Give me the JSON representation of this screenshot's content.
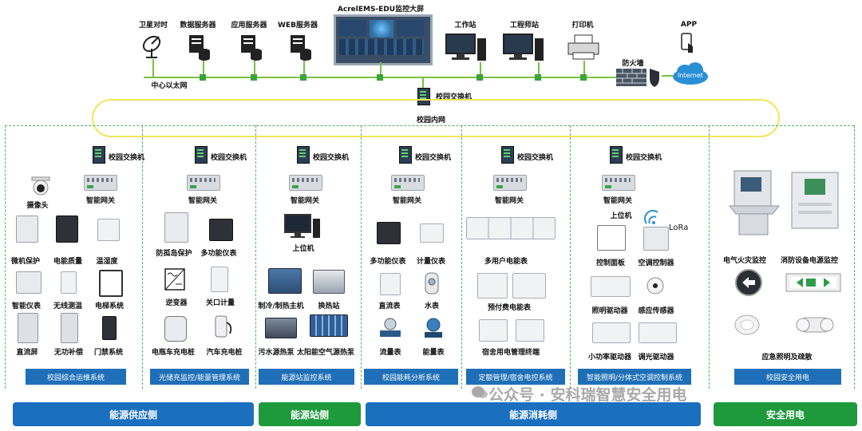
{
  "top": {
    "satellite_label": "卫星对时",
    "data_server_label": "数据服务器",
    "app_server_label": "应用服务器",
    "web_server_label": "WEB服务器",
    "big_screen_label": "AcrelEMS-EDU监控大屏",
    "workstation_label": "工作站",
    "engineer_station_label": "工程师站",
    "printer_label": "打印机",
    "app_label": "APP",
    "firewall_label": "防火墙",
    "internet_label": "Internet",
    "ethernet_label": "中心以太网",
    "campus_switch_label": "校园交换机",
    "campus_network_label": "校园内网"
  },
  "columns": [
    {
      "switch_label": "校园交换机",
      "gateway_label": "智能网关",
      "devices": [
        "摄像头",
        "微机保护",
        "电能质量",
        "温湿度",
        "智能仪表",
        "无线测温",
        "电梯系统",
        "直流屏",
        "无功补偿",
        "门禁系统"
      ],
      "system_label": "校园综合运维系统"
    },
    {
      "switch_label": "校园交换机",
      "gateway_label": "智能网关",
      "devices": [
        "防孤岛保护",
        "多功能仪表",
        "逆变器",
        "关口计量",
        "电瓶车充电桩",
        "汽车充电桩"
      ],
      "system_label": "光储充监控/能量管理系统"
    },
    {
      "switch_label": "校园交换机",
      "gateway_label": "智能网关",
      "devices": [
        "上位机",
        "制冷/制热主机",
        "换热站",
        "污水源热泵",
        "太阳能空气源热泵"
      ],
      "system_label": "能源站监控系统"
    },
    {
      "switch_label": "校园交换机",
      "gateway_label": "智能网关",
      "devices": [
        "多功能仪表",
        "计量仪表",
        "直流表",
        "水表",
        "流量表",
        "能量表"
      ],
      "system_label": "校园能耗分析系统"
    },
    {
      "switch_label": "校园交换机",
      "gateway_label": "智能网关",
      "devices": [
        "多用户电能表",
        "预付费电能表",
        "宿舍用电管理终端"
      ],
      "system_label": "定额管理/宿舍电控系统"
    },
    {
      "switch_label": "校园交换机",
      "gateway_label": "智能网关",
      "devices": [
        "上位机",
        "控制面板",
        "空调控制器",
        "照明驱动器",
        "感应传感器",
        "小功率驱动器",
        "调光驱动器"
      ],
      "lora_label": "LoRa",
      "system_label": "智能照明/分体式空调控制系统"
    },
    {
      "devices": [
        "电气火灾监控",
        "消防设备电源监控",
        "应急照明及疏散"
      ],
      "system_label": "校园安全用电"
    }
  ],
  "bottom": {
    "supply_label": "能源供应侧",
    "station_label": "能源站侧",
    "consumption_label": "能源消耗侧",
    "safety_label": "安全用电"
  },
  "watermark": "公众号 · 安科瑞智慧安全用电",
  "colors": {
    "ethernet_line": "#7ac143",
    "campus_ring": "#f2e55a",
    "dashed_border": "#53b35c",
    "system_bar": "#1f6fb8",
    "bottom_blue": "#1b6fbf",
    "bottom_green": "#1e9a3c"
  }
}
